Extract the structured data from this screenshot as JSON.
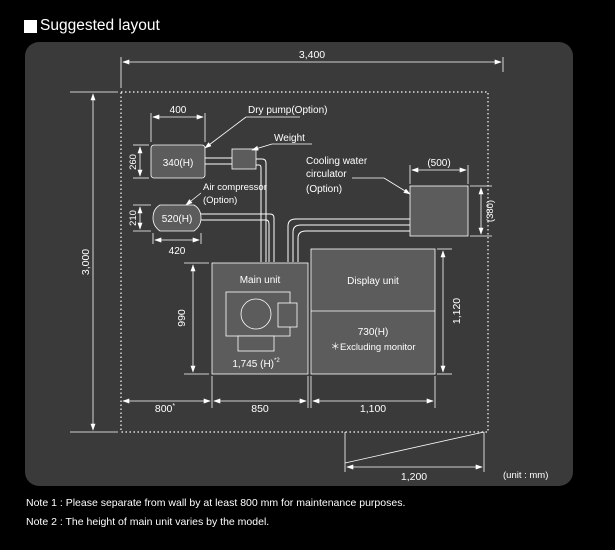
{
  "heading": "Suggested layout",
  "dimensions": {
    "total_width": "3,400",
    "total_depth": "3,000",
    "dry_pump_width": "400",
    "dry_pump_depth": "260",
    "dry_pump_height": "340(H)",
    "air_compressor_depth": "210",
    "air_compressor_height": "520(H)",
    "air_compressor_width": "420",
    "chiller_width": "(500)",
    "chiller_depth": "(380)",
    "main_depth": "990",
    "display_depth": "1,120",
    "wall_clearance": "800",
    "wall_clearance_note": "*",
    "main_width": "850",
    "display_width": "1,100",
    "door_width": "1,200"
  },
  "labels": {
    "dry_pump": "Dry pump(Option)",
    "weight": "Weight",
    "cooling_line1": "Cooling water",
    "cooling_line2": "circulator",
    "cooling_line3": "(Option)",
    "air_compressor_line1": "Air compressor",
    "air_compressor_line2": "(Option)",
    "main_unit": "Main unit",
    "main_unit_height": "1,745 (H)",
    "main_unit_height_note": "*2",
    "display_unit": "Display unit",
    "display_height": "730(H)",
    "display_excluding": "＊Excluding monitor",
    "unit": "(unit : mm)"
  },
  "notes": [
    "Note 1 : Please separate from wall by at least 800 mm for maintenance purposes.",
    "Note 2 : The height of main unit varies by the model."
  ],
  "colors": {
    "panel": "#3b3a3a",
    "unit_fill": "#5c5c5c",
    "line": "#ffffff",
    "page_background": "#000000"
  }
}
